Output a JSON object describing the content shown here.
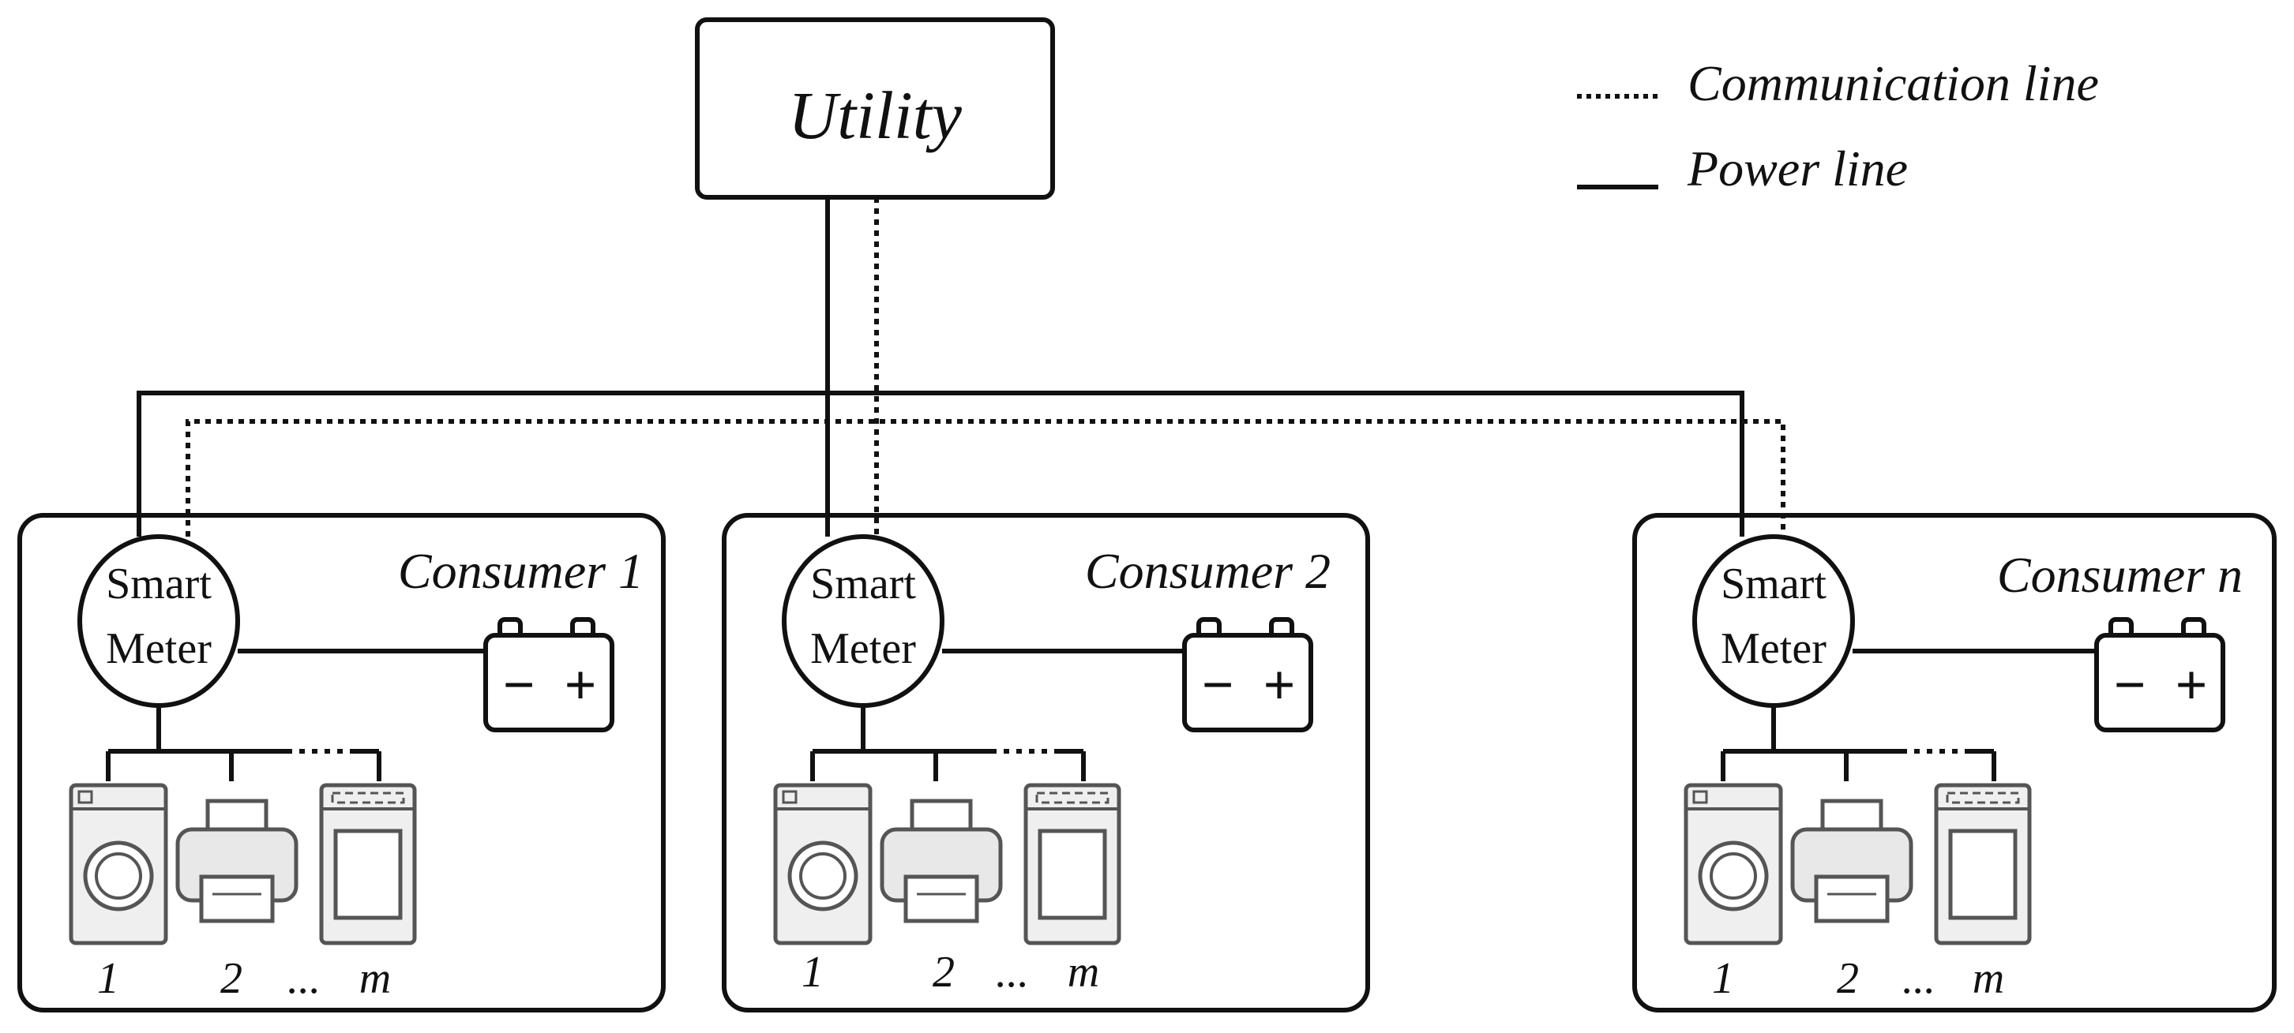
{
  "utility": {
    "label": "Utility"
  },
  "legend": {
    "communication_line": "Communication line",
    "power_line": "Power line"
  },
  "consumers": [
    {
      "title": "Consumer 1",
      "smart_meter": {
        "line1": "Smart",
        "line2": "Meter"
      },
      "battery": {
        "minus": "−",
        "plus": "+"
      },
      "appliance_labels": {
        "first": "1",
        "second": "2",
        "dots": "...",
        "last": "m"
      }
    },
    {
      "title": "Consumer 2",
      "smart_meter": {
        "line1": "Smart",
        "line2": "Meter"
      },
      "battery": {
        "minus": "−",
        "plus": "+"
      },
      "appliance_labels": {
        "first": "1",
        "second": "2",
        "dots": "...",
        "last": "m"
      }
    },
    {
      "title": "Consumer n",
      "smart_meter": {
        "line1": "Smart",
        "line2": "Meter"
      },
      "battery": {
        "minus": "−",
        "plus": "+"
      },
      "appliance_labels": {
        "first": "1",
        "second": "2",
        "dots": "...",
        "last": "m"
      }
    }
  ],
  "icons": [
    "washing-machine-icon",
    "printer-icon",
    "oven-icon",
    "battery-icon"
  ],
  "colors": {
    "stroke": "#111111",
    "appliance": "#555555",
    "appliance_fill": "#eeeeee"
  }
}
